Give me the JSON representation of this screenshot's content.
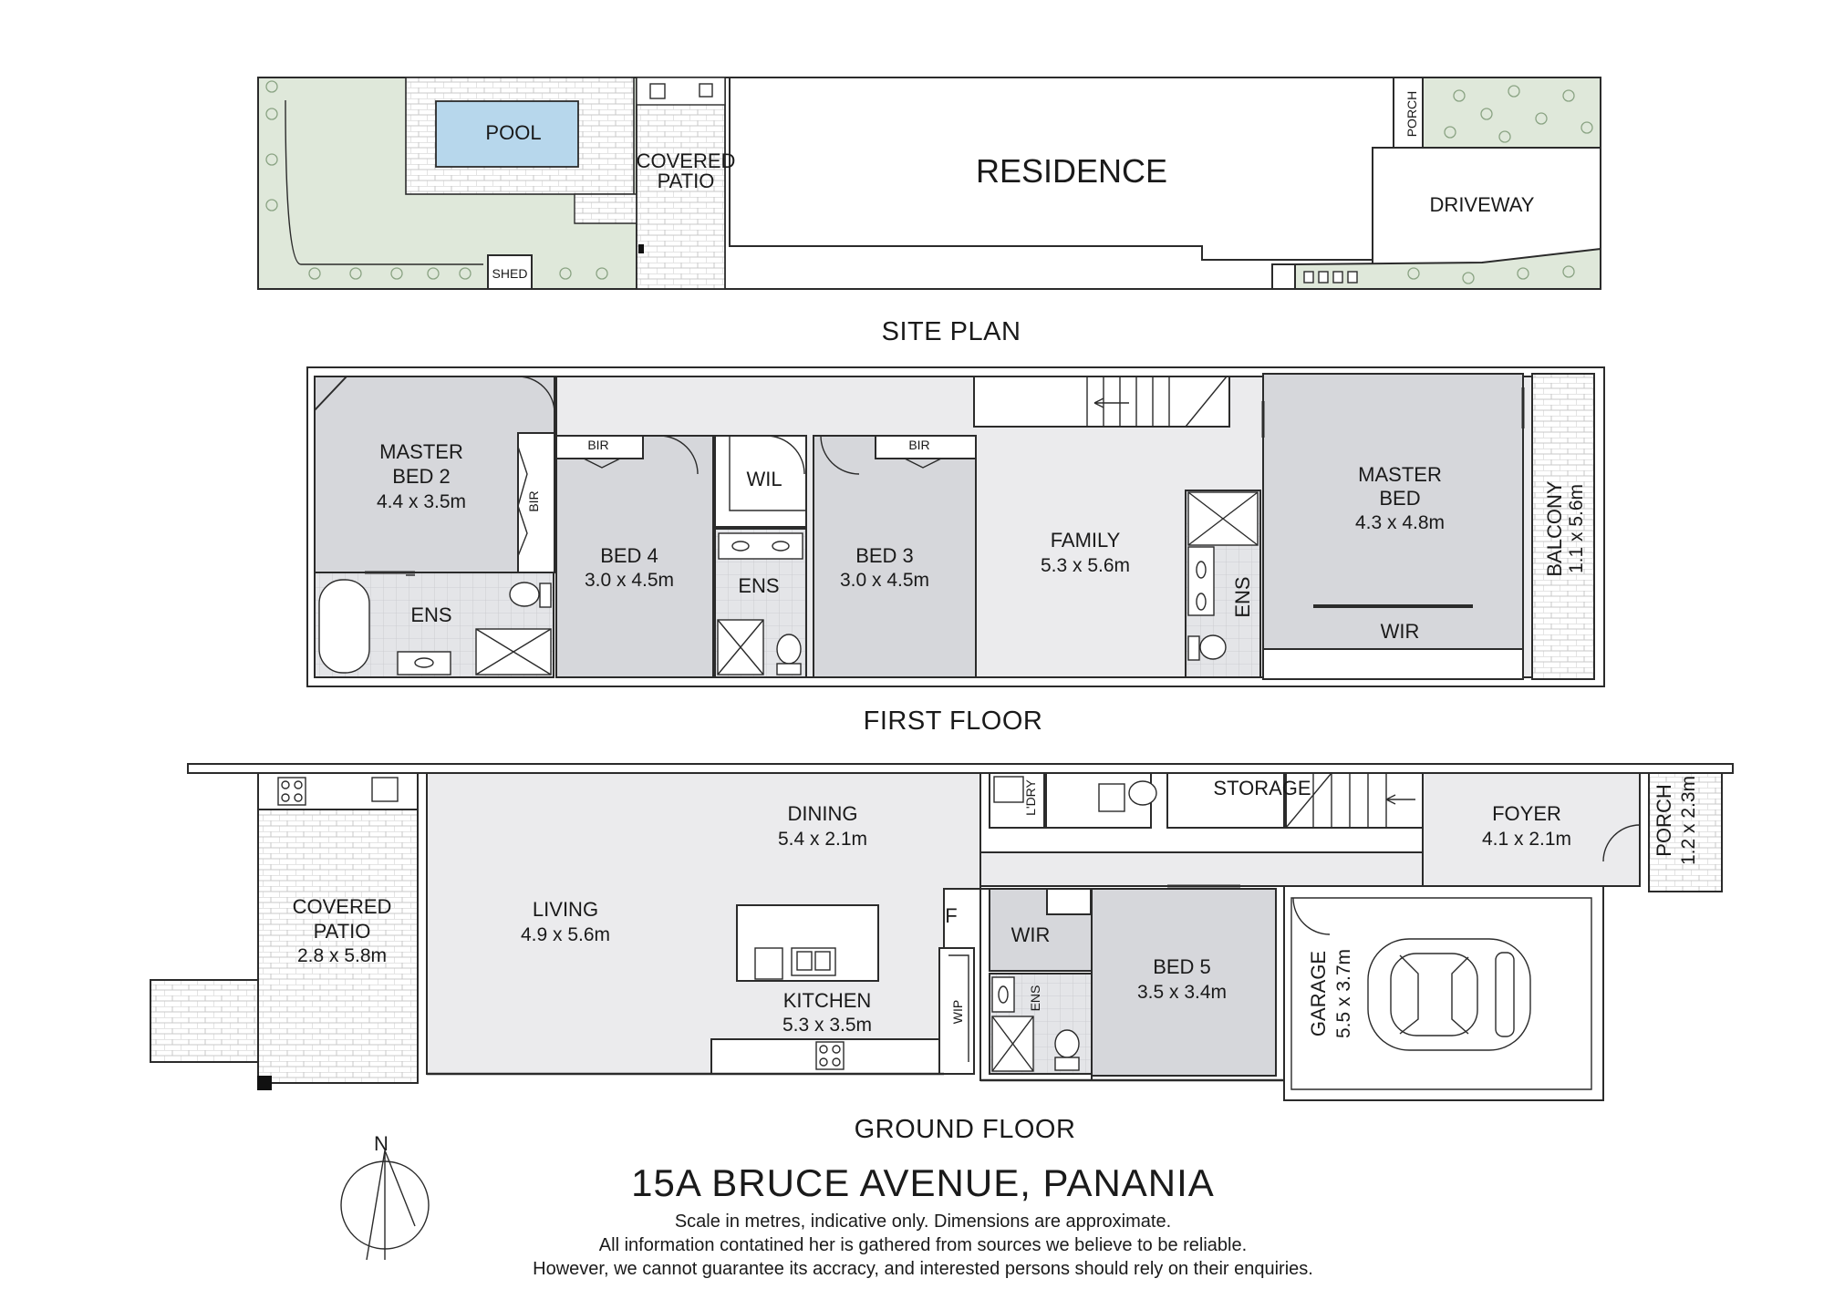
{
  "site_plan": {
    "title": "SITE PLAN",
    "pool": "POOL",
    "covered_patio_1": "COVERED",
    "covered_patio_2": "PATIO",
    "residence": "RESIDENCE",
    "porch": "PORCH",
    "driveway": "DRIVEWAY",
    "shed": "SHED"
  },
  "first_floor": {
    "title": "FIRST FLOOR",
    "master_bed_2": {
      "line1": "MASTER",
      "line2": "BED 2",
      "dims": "4.4 x 3.5m"
    },
    "bir": "BIR",
    "ens": "ENS",
    "bed_4": {
      "name": "BED 4",
      "dims": "3.0 x 4.5m"
    },
    "wil": "WIL",
    "bed_3": {
      "name": "BED 3",
      "dims": "3.0 x 4.5m"
    },
    "family": {
      "name": "FAMILY",
      "dims": "5.3 x 5.6m"
    },
    "master_bed": {
      "line1": "MASTER",
      "line2": "BED",
      "dims": "4.3 x 4.8m"
    },
    "wir": "WIR",
    "balcony": {
      "name": "BALCONY",
      "dims": "1.1 x 5.6m"
    }
  },
  "ground_floor": {
    "title": "GROUND FLOOR",
    "covered_patio": {
      "line1": "COVERED",
      "line2": "PATIO",
      "dims": "2.8 x 5.8m"
    },
    "living": {
      "name": "LIVING",
      "dims": "4.9 x 5.6m"
    },
    "dining": {
      "name": "DINING",
      "dims": "5.4 x 2.1m"
    },
    "kitchen": {
      "name": "KITCHEN",
      "dims": "5.3 x 3.5m"
    },
    "f": "F",
    "wip": "WIP",
    "wir": "WIR",
    "ens": "ENS",
    "ldry": "L'DRY",
    "storage": "STORAGE",
    "bed_5": {
      "name": "BED 5",
      "dims": "3.5 x 3.4m"
    },
    "foyer": {
      "name": "FOYER",
      "dims": "4.1 x 2.1m"
    },
    "porch": {
      "name": "PORCH",
      "dims": "1.2 x 2.3m"
    },
    "garage": {
      "name": "GARAGE",
      "dims": "5.5 x 3.7m"
    }
  },
  "compass": {
    "north": "N"
  },
  "address": "15A BRUCE AVENUE, PANANIA",
  "disclaimer": [
    "Scale in metres, indicative only. Dimensions are approximate.",
    "All information contatined her is gathered from sources we believe to be reliable.",
    "However, we cannot guarantee its accracy, and interested persons should rely on their enquiries."
  ],
  "colors": {
    "room_fill": "#d6d7db",
    "hall_fill": "#ebebed",
    "lawn_fill": "#dfe8da",
    "line": "#2b2b2b"
  }
}
